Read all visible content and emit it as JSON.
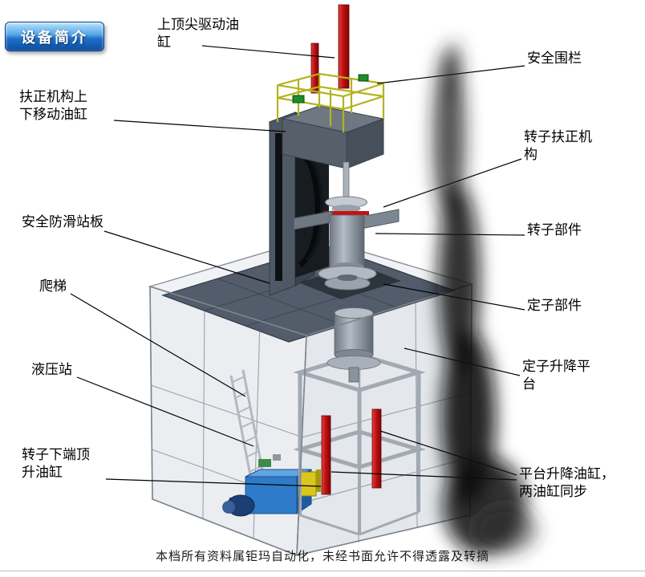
{
  "badge": {
    "label": "设备简介"
  },
  "footer": {
    "text": "本档所有资料属钜玛自动化，未经书面允许不得透露及转摘"
  },
  "labels": [
    {
      "name": "top-center-drive-cylinder",
      "text": "上顶尖驱动油\n缸"
    },
    {
      "name": "safety-fence",
      "text": "安全围栏"
    },
    {
      "name": "righting-mechanism-lift-cylinder",
      "text": "扶正机构上\n下移动油缸"
    },
    {
      "name": "rotor-righting-mechanism",
      "text": "转子扶正机\n构"
    },
    {
      "name": "anti-slip-standing-platform",
      "text": "安全防滑站板"
    },
    {
      "name": "rotor-part",
      "text": "转子部件"
    },
    {
      "name": "ladder",
      "text": "爬梯"
    },
    {
      "name": "stator-part",
      "text": "定子部件"
    },
    {
      "name": "hydraulic-station",
      "text": "液压站"
    },
    {
      "name": "stator-lift-platform",
      "text": "定子升降平\n台"
    },
    {
      "name": "rotor-bottom-jack-cylinder",
      "text": "转子下端顶\n升油缸"
    },
    {
      "name": "platform-lift-cylinders",
      "text": "平台升降油缸，\n两油缸同步"
    }
  ],
  "colors": {
    "badge_blue": "#1f6fc8",
    "cylinder_red": "#c01010",
    "railing_yellow": "#b5b31d",
    "hydraulic_blue": "#2e7cc9",
    "platform_gray": "#525c6a"
  }
}
